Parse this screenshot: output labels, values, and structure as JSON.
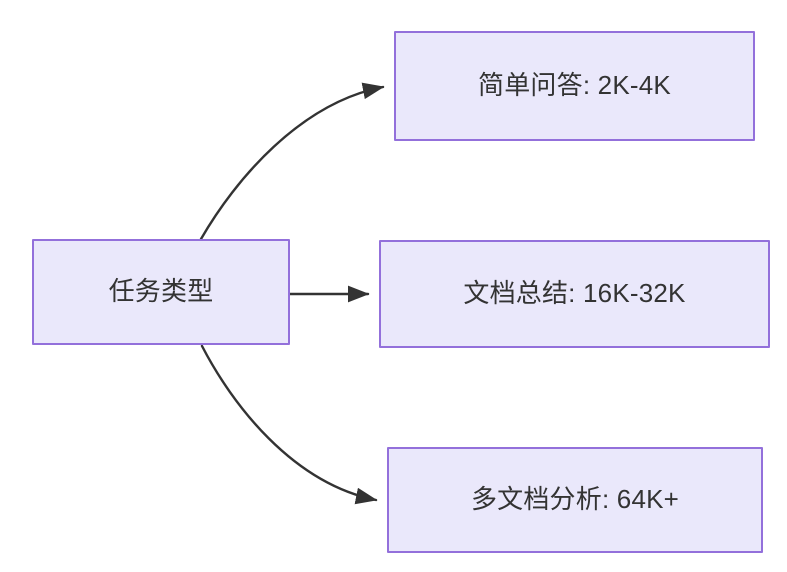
{
  "diagram": {
    "type": "flowchart",
    "direction": "left-to-right",
    "background_color": "#ffffff",
    "node_fill_color": "#eae8fb",
    "node_border_color": "#9370db",
    "node_text_color": "#333333",
    "edge_color": "#333333",
    "root": {
      "id": "task-type",
      "label": "任务类型"
    },
    "branches": [
      {
        "id": "simple-qa",
        "label": "简单问答: 2K-4K",
        "task": "简单问答",
        "context_range": "2K-4K",
        "edge": {
          "from": "task-type",
          "to": "simple-qa",
          "style": "curved",
          "arrowhead": "filled-triangle"
        }
      },
      {
        "id": "doc-summary",
        "label": "文档总结: 16K-32K",
        "task": "文档总结",
        "context_range": "16K-32K",
        "edge": {
          "from": "task-type",
          "to": "doc-summary",
          "style": "straight",
          "arrowhead": "filled-triangle"
        }
      },
      {
        "id": "multi-doc-analysis",
        "label": "多文档分析: 64K+",
        "task": "多文档分析",
        "context_range": "64K+",
        "edge": {
          "from": "task-type",
          "to": "multi-doc-analysis",
          "style": "curved",
          "arrowhead": "filled-triangle"
        }
      }
    ]
  }
}
